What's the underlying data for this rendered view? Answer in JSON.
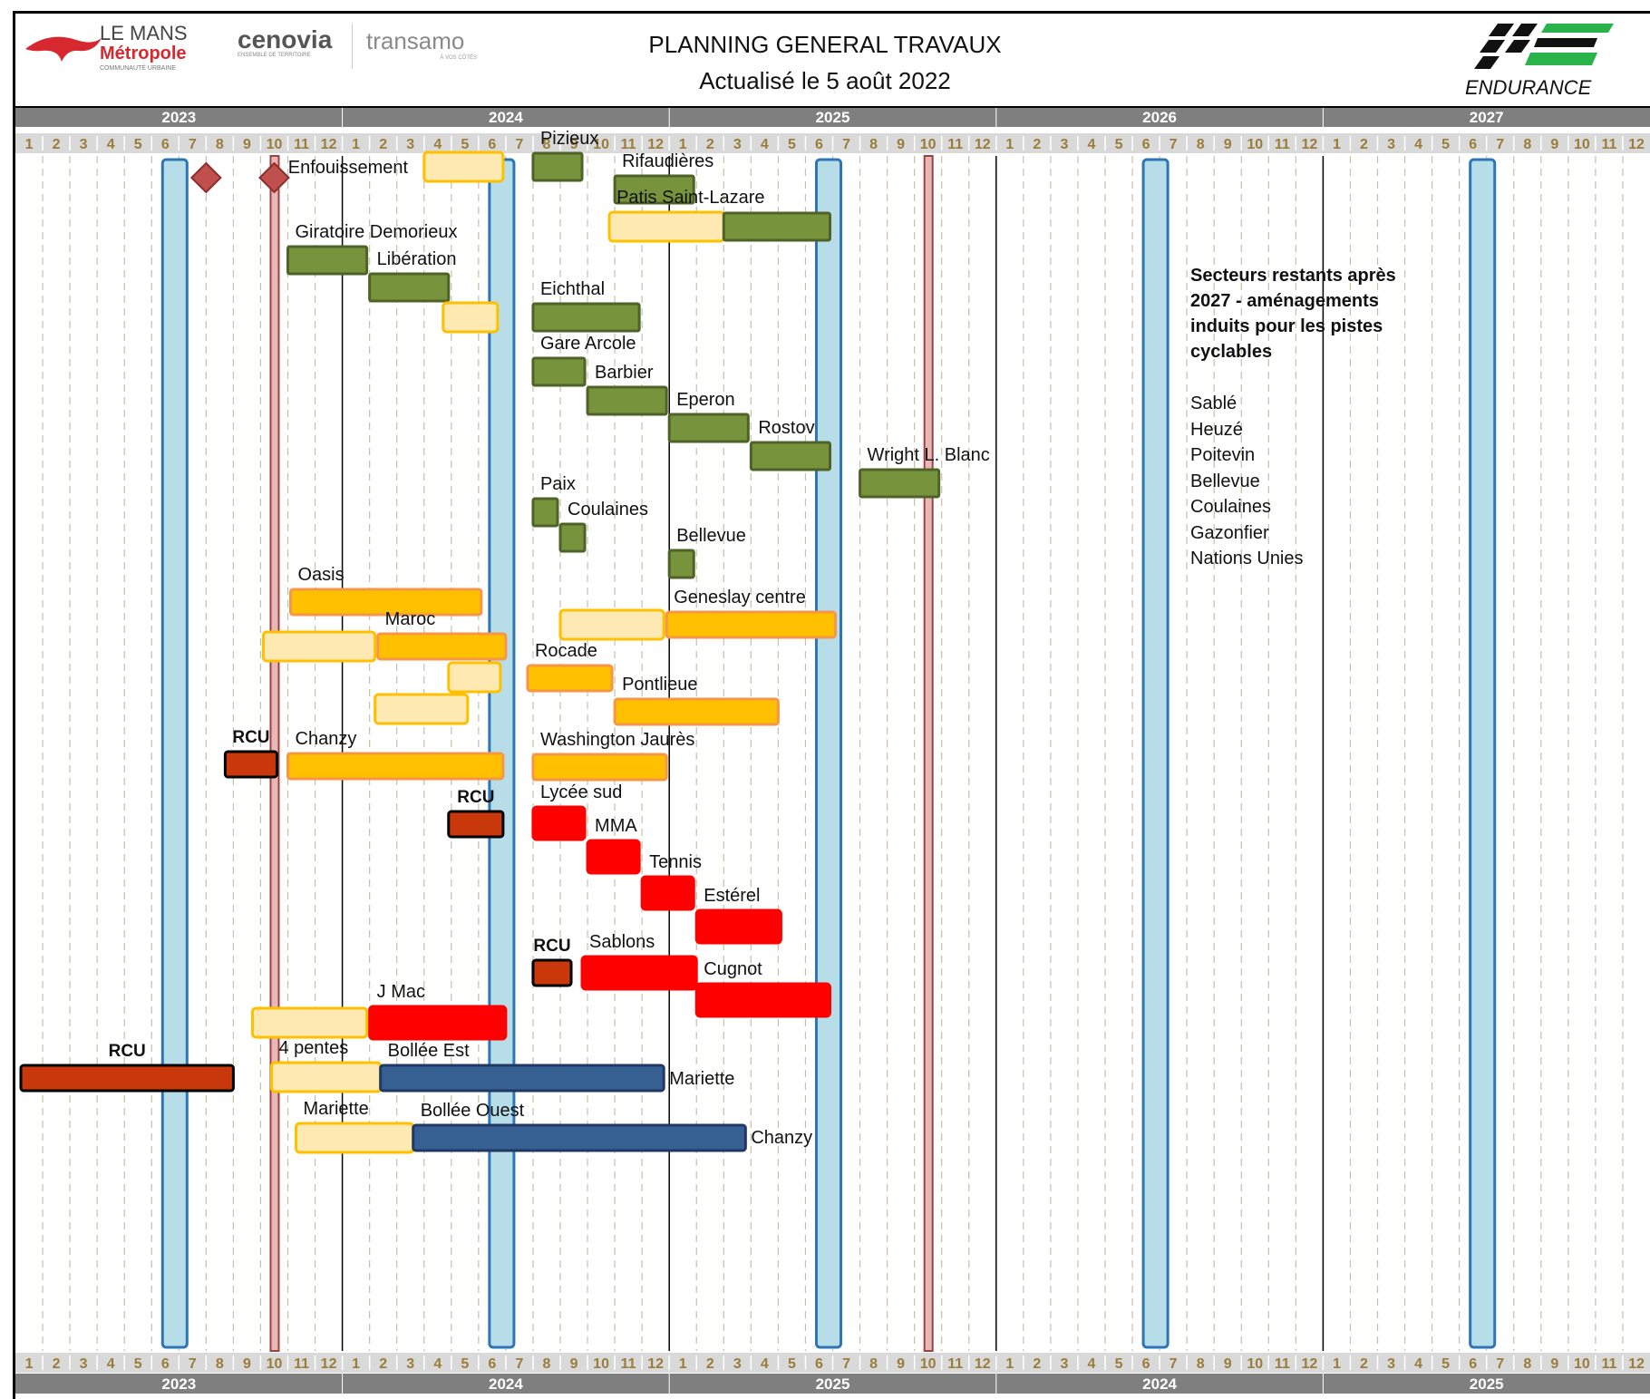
{
  "title": "PLANNING GENERAL TRAVAUX",
  "subtitle": "Actualisé le 5 août 2022",
  "logos": {
    "lemans_line1": "LE MANS",
    "lemans_line2": "Métropole",
    "lemans_line3": "COMMUNAUTÉ URBAINE",
    "cenovia": "cenovia",
    "cenovia_tag": "ENSEMBLE DE TERRITOIRE",
    "transamo": "transamo",
    "transamo_tag": "À VOS CÔTÉS",
    "endurance": "ENDURANCE"
  },
  "colors": {
    "header_bar": "#7f7f7f",
    "month_bar": "#d9d9d9",
    "month_text": "#9a7d3a",
    "green": "#77933c",
    "green_border": "#4f6228",
    "orange": "#ffc000",
    "orange_border": "#f79646",
    "light": "#ffe9b3",
    "light_border": "#ffc000",
    "red": "#ff0000",
    "rcu": "#c9380a",
    "blue": "#376092",
    "blue_border": "#1f3864",
    "endurance_fill": "#b7dde8",
    "endurance_border": "#2e75b6",
    "marker": "#c0504d"
  },
  "chart_data": {
    "type": "gantt",
    "x_unit": "month",
    "top_years": [
      "2023",
      "2024",
      "2025",
      "2026",
      "2027"
    ],
    "bottom_years": [
      "2023",
      "2024",
      "2025",
      "2024",
      "2025"
    ],
    "months": [
      "1",
      "2",
      "3",
      "4",
      "5",
      "6",
      "7",
      "8",
      "9",
      "10",
      "11",
      "12"
    ],
    "endurance_columns": [
      6,
      18,
      30,
      42,
      54
    ],
    "red_lines": [
      9.5,
      33.5
    ],
    "milestones": [
      7,
      9.5
    ],
    "bars": [
      {
        "label": "Enfouissement",
        "start": 15,
        "end": 17.9,
        "style": "light",
        "row": 184,
        "label_dx": -150
      },
      {
        "label": "Pizieux",
        "start": 19,
        "end": 20.8,
        "style": "green",
        "row": 184,
        "label_pos": "above"
      },
      {
        "label": "Rifaudières",
        "start": 22,
        "end": 24.9,
        "style": "green",
        "row": 209,
        "label_pos": "above"
      },
      {
        "label": "Patis Saint-Lazare",
        "start": 21.8,
        "end": 26,
        "style": "light",
        "row": 250
      },
      {
        "label": "",
        "start": 26,
        "end": 29.9,
        "style": "green",
        "row": 250,
        "label_pos": "above"
      },
      {
        "label": "Giratoire Demorieux",
        "start": 10,
        "end": 12.9,
        "style": "green",
        "row": 287,
        "label_pos": "above"
      },
      {
        "label": "Libération",
        "start": 13,
        "end": 15.9,
        "style": "green",
        "row": 317,
        "label_pos": "above"
      },
      {
        "label": "",
        "start": 15.7,
        "end": 17.7,
        "style": "light",
        "row": 350
      },
      {
        "label": "Eichthal",
        "start": 19,
        "end": 22.9,
        "style": "green",
        "row": 350,
        "label_pos": "above"
      },
      {
        "label": "Gare Arcole",
        "start": 19,
        "end": 20.9,
        "style": "green",
        "row": 410,
        "label_pos": "above"
      },
      {
        "label": "Barbier",
        "start": 21,
        "end": 23.9,
        "style": "green",
        "row": 442,
        "label_pos": "above"
      },
      {
        "label": "Eperon",
        "start": 24,
        "end": 26.9,
        "style": "green",
        "row": 472,
        "label_pos": "above"
      },
      {
        "label": "Rostov",
        "start": 27,
        "end": 29.9,
        "style": "green",
        "row": 503,
        "label_pos": "above"
      },
      {
        "label": "Wright L. Blanc",
        "start": 31,
        "end": 33.9,
        "style": "green",
        "row": 533,
        "label_pos": "above"
      },
      {
        "label": "Paix",
        "start": 19,
        "end": 19.9,
        "style": "green",
        "row": 565,
        "label_pos": "above"
      },
      {
        "label": "Coulaines",
        "start": 20,
        "end": 20.9,
        "style": "green",
        "row": 593,
        "label_pos": "above"
      },
      {
        "label": "Bellevue",
        "start": 24,
        "end": 24.9,
        "style": "green",
        "row": 622,
        "label_pos": "above"
      },
      {
        "label": "Oasis",
        "start": 10.1,
        "end": 17.1,
        "style": "orange",
        "row": 664,
        "label_pos": "above"
      },
      {
        "label": "",
        "start": 20,
        "end": 23.8,
        "style": "light",
        "row": 689
      },
      {
        "label": "Geneslay centre",
        "start": 23.9,
        "end": 30.1,
        "style": "orange",
        "row": 689,
        "label_pos": "above"
      },
      {
        "label": "",
        "start": 9.1,
        "end": 13.2,
        "style": "light",
        "row": 713
      },
      {
        "label": "Maroc",
        "start": 13.3,
        "end": 18,
        "style": "orange",
        "row": 713,
        "label_pos": "above"
      },
      {
        "label": "",
        "start": 15.9,
        "end": 17.8,
        "style": "light",
        "row": 747
      },
      {
        "label": "Rocade",
        "start": 18.8,
        "end": 21.9,
        "style": "orange",
        "row": 748,
        "label_pos": "above"
      },
      {
        "label": "",
        "start": 13.2,
        "end": 16.6,
        "style": "light",
        "row": 782
      },
      {
        "label": "Pontlieue",
        "start": 22,
        "end": 28,
        "style": "orange",
        "row": 785,
        "label_pos": "above"
      },
      {
        "label": "RCU",
        "start": 7.7,
        "end": 9.6,
        "style": "rcu",
        "row": 843,
        "label_pos": "above",
        "bold": true
      },
      {
        "label": "Chanzy",
        "start": 10,
        "end": 17.9,
        "style": "orange",
        "row": 845,
        "label_pos": "above"
      },
      {
        "label": "Washington Jaurès",
        "start": 19,
        "end": 23.9,
        "style": "orange",
        "row": 846,
        "label_pos": "above"
      },
      {
        "label": "RCU",
        "start": 15.9,
        "end": 17.9,
        "style": "rcu",
        "row": 909,
        "label_pos": "above",
        "bold": true
      },
      {
        "label": "Lycée sud",
        "start": 19,
        "end": 20.9,
        "style": "red",
        "row": 908,
        "label_pos": "above"
      },
      {
        "label": "MMA",
        "start": 21,
        "end": 22.9,
        "style": "red",
        "row": 945,
        "label_pos": "above"
      },
      {
        "label": "Tennis",
        "start": 23,
        "end": 24.9,
        "style": "red",
        "row": 985,
        "label_pos": "above"
      },
      {
        "label": "Estérel",
        "start": 25,
        "end": 28.1,
        "style": "red",
        "row": 1022,
        "label_pos": "above"
      },
      {
        "label": "RCU",
        "start": 19,
        "end": 20.4,
        "style": "rcu",
        "row": 1073,
        "label_pos": "above",
        "bold": true
      },
      {
        "label": "Sablons",
        "start": 20.8,
        "end": 25,
        "style": "red",
        "row": 1073,
        "label_pos": "above"
      },
      {
        "label": "Cugnot",
        "start": 25,
        "end": 29.9,
        "style": "red",
        "row": 1103,
        "label_pos": "above"
      },
      {
        "label": "",
        "start": 8.7,
        "end": 12.9,
        "style": "light",
        "row": 1128
      },
      {
        "label": "J Mac",
        "start": 13,
        "end": 18,
        "style": "red",
        "row": 1128,
        "label_pos": "above"
      },
      {
        "label": "RCU",
        "start": 0.2,
        "end": 8,
        "style": "rcu",
        "row": 1189,
        "label_pos": "above",
        "bold": true
      },
      {
        "label": "4 pentes",
        "start": 9.4,
        "end": 13.4,
        "style": "light",
        "row": 1188,
        "label_pos": "above"
      },
      {
        "label": "Bollée Est",
        "start": 13.4,
        "end": 23.8,
        "style": "blue",
        "row": 1189,
        "label_pos": "above"
      },
      {
        "label": "Mariette",
        "start": 23.8,
        "end": 23.8,
        "style": "none",
        "row": 1189
      },
      {
        "label": "Mariette",
        "start": 10.3,
        "end": 14.6,
        "style": "light",
        "row": 1255,
        "label_pos": "above"
      },
      {
        "label": "Bollée Ouest",
        "start": 14.6,
        "end": 26.8,
        "style": "blue",
        "row": 1255,
        "label_pos": "above"
      },
      {
        "label": "Chanzy",
        "start": 26.8,
        "end": 26.8,
        "style": "none",
        "row": 1254
      }
    ]
  },
  "notes": {
    "heading": "Secteurs restants après 2027 - aménagements induits pour les pistes cyclables",
    "items": [
      "Sablé",
      "Heuzé",
      "Poitevin",
      "Bellevue",
      "Coulaines",
      "Gazonfier",
      "Nations Unies"
    ]
  }
}
